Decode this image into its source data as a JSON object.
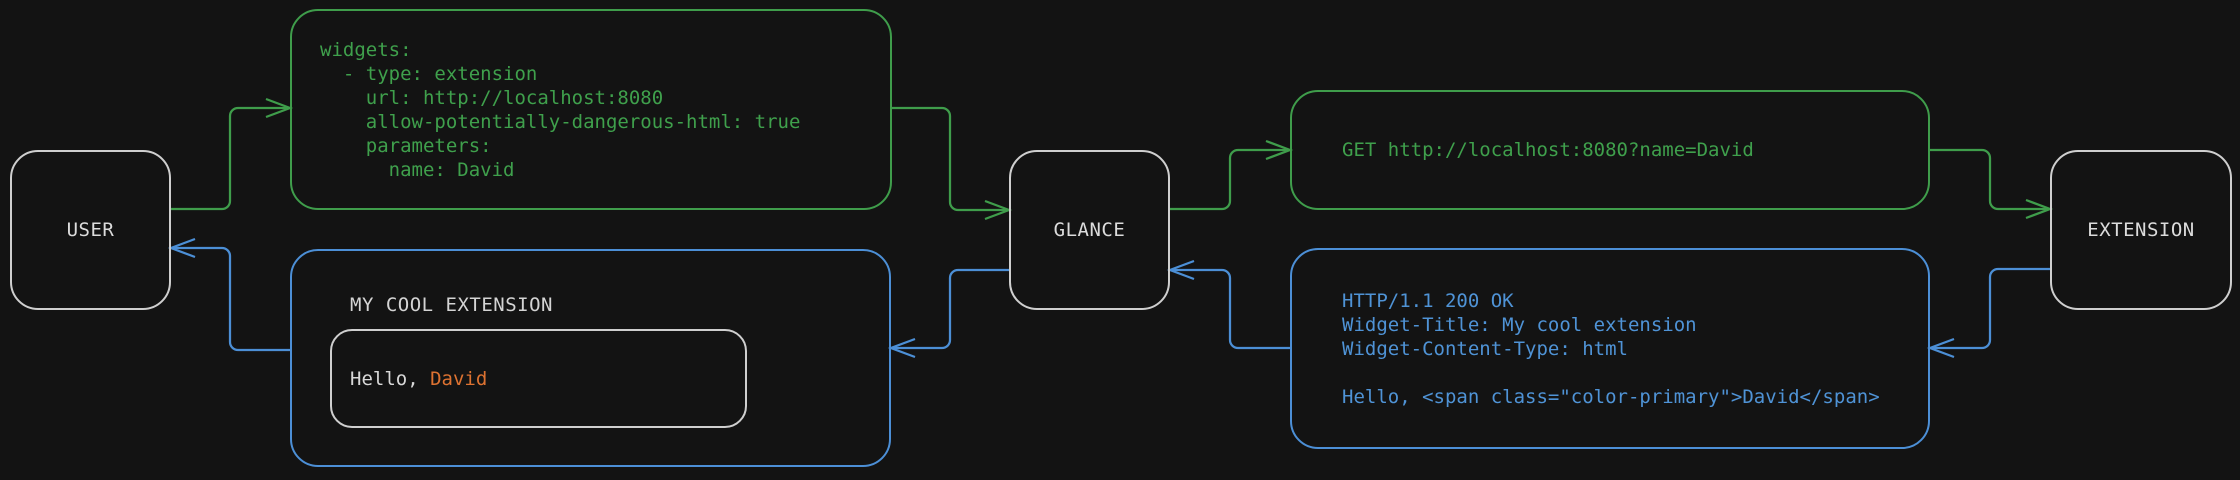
{
  "colors": {
    "background": "#131313",
    "green_accent": "#3f9d4b",
    "blue_accent": "#4c8fd6",
    "neutral_border": "#cfcfcf",
    "text_light": "#d8d8d8",
    "orange_accent": "#dd7231"
  },
  "nodes": {
    "user": {
      "label": "USER"
    },
    "glance": {
      "label": "GLANCE"
    },
    "extension": {
      "label": "EXTENSION"
    }
  },
  "config_box": {
    "code": "widgets:\n  - type: extension\n    url: http://localhost:8080\n    allow-potentially-dangerous-html: true\n    parameters:\n      name: David"
  },
  "request_box": {
    "code": "GET http://localhost:8080?name=David"
  },
  "response_box": {
    "code": "HTTP/1.1 200 OK\nWidget-Title: My cool extension\nWidget-Content-Type: html\n\nHello, <span class=\"color-primary\">David</span>"
  },
  "widget_preview": {
    "title": "MY COOL EXTENSION",
    "greeting_prefix": "Hello, ",
    "highlighted_name": "David"
  }
}
